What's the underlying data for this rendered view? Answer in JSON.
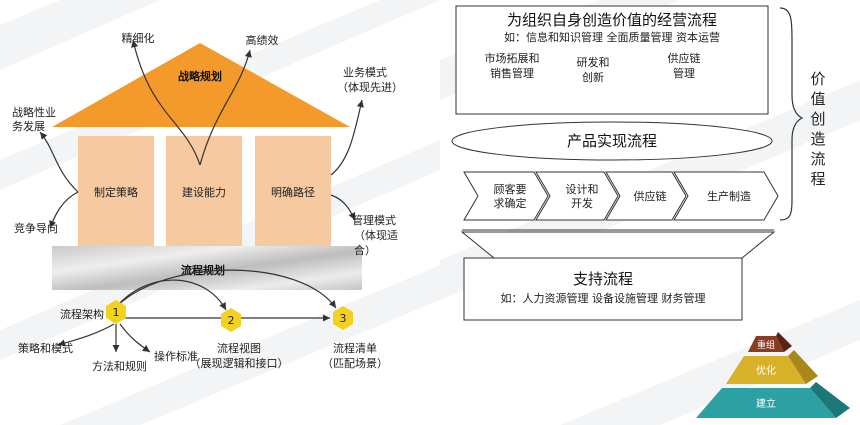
{
  "left": {
    "roof_label": "战略规划",
    "pillar_labels": [
      "制定策略",
      "建设能力",
      "明确路径"
    ],
    "base_label": "流程规划",
    "top_labels": [
      "精细化",
      "高绩效"
    ],
    "left_labels": {
      "strategic": [
        "战略性业",
        "务发展"
      ],
      "competition": "竞争导向"
    },
    "right_labels": {
      "business_model": [
        "业务模式",
        "（体现先进）"
      ],
      "mgmt_model": [
        "管理模式",
        "（体现适",
        "合）"
      ]
    },
    "steps": [
      {
        "num": "1",
        "label": [
          "流程架构"
        ]
      },
      {
        "num": "2",
        "label": [
          "流程视图",
          "（展现逻辑和接口）"
        ]
      },
      {
        "num": "3",
        "label": [
          "流程清单",
          "（匹配场景）"
        ]
      }
    ],
    "sub_labels": [
      "策略和模式",
      "方法和规则",
      "操作标准"
    ]
  },
  "right": {
    "mgmt_box": {
      "title": "为组织自身创造价值的经营流程",
      "subtitle": "如：信息和知识管理  全面质量管理  资本运营",
      "items": [
        [
          "市场拓展和",
          "销售管理"
        ],
        [
          "研发和",
          "创新"
        ],
        [
          "供应链",
          "管理"
        ]
      ]
    },
    "product_flow": "产品实现流程",
    "chevrons": [
      [
        "顾客要",
        "求确定"
      ],
      [
        "设计和",
        "开发"
      ],
      [
        "供应链"
      ],
      [
        "生产制造"
      ]
    ],
    "support_box": {
      "title": "支持流程",
      "subtitle": "如：人力资源管理  设备设施管理  财务管理"
    },
    "vertical_label": [
      "价",
      "值",
      "创",
      "造",
      "流",
      "程"
    ],
    "pyramid": [
      "重组",
      "优化",
      "建立"
    ],
    "colors": {
      "roof": "#f39a2b",
      "pillar": "#f6c9a0",
      "hex": "#f2d21e",
      "pyr_top": "#8a3c23",
      "pyr_mid": "#d7b128",
      "pyr_bot": "#2ba1a4"
    }
  }
}
